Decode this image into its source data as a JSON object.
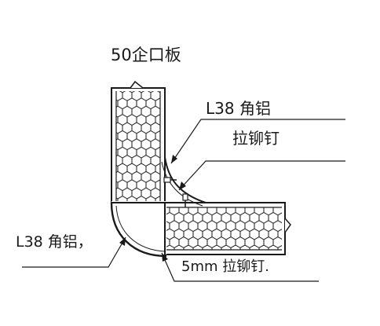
{
  "diagram": {
    "title": "50企口板",
    "labels": {
      "l38_angle_top": "L38 角铝",
      "rivet_top": "拉铆钉",
      "l38_angle_left": "L38 角铝，",
      "rivet_bottom": "5mm 拉铆钉."
    },
    "colors": {
      "line": "#1a1a1a",
      "fill": "#ffffff"
    }
  }
}
